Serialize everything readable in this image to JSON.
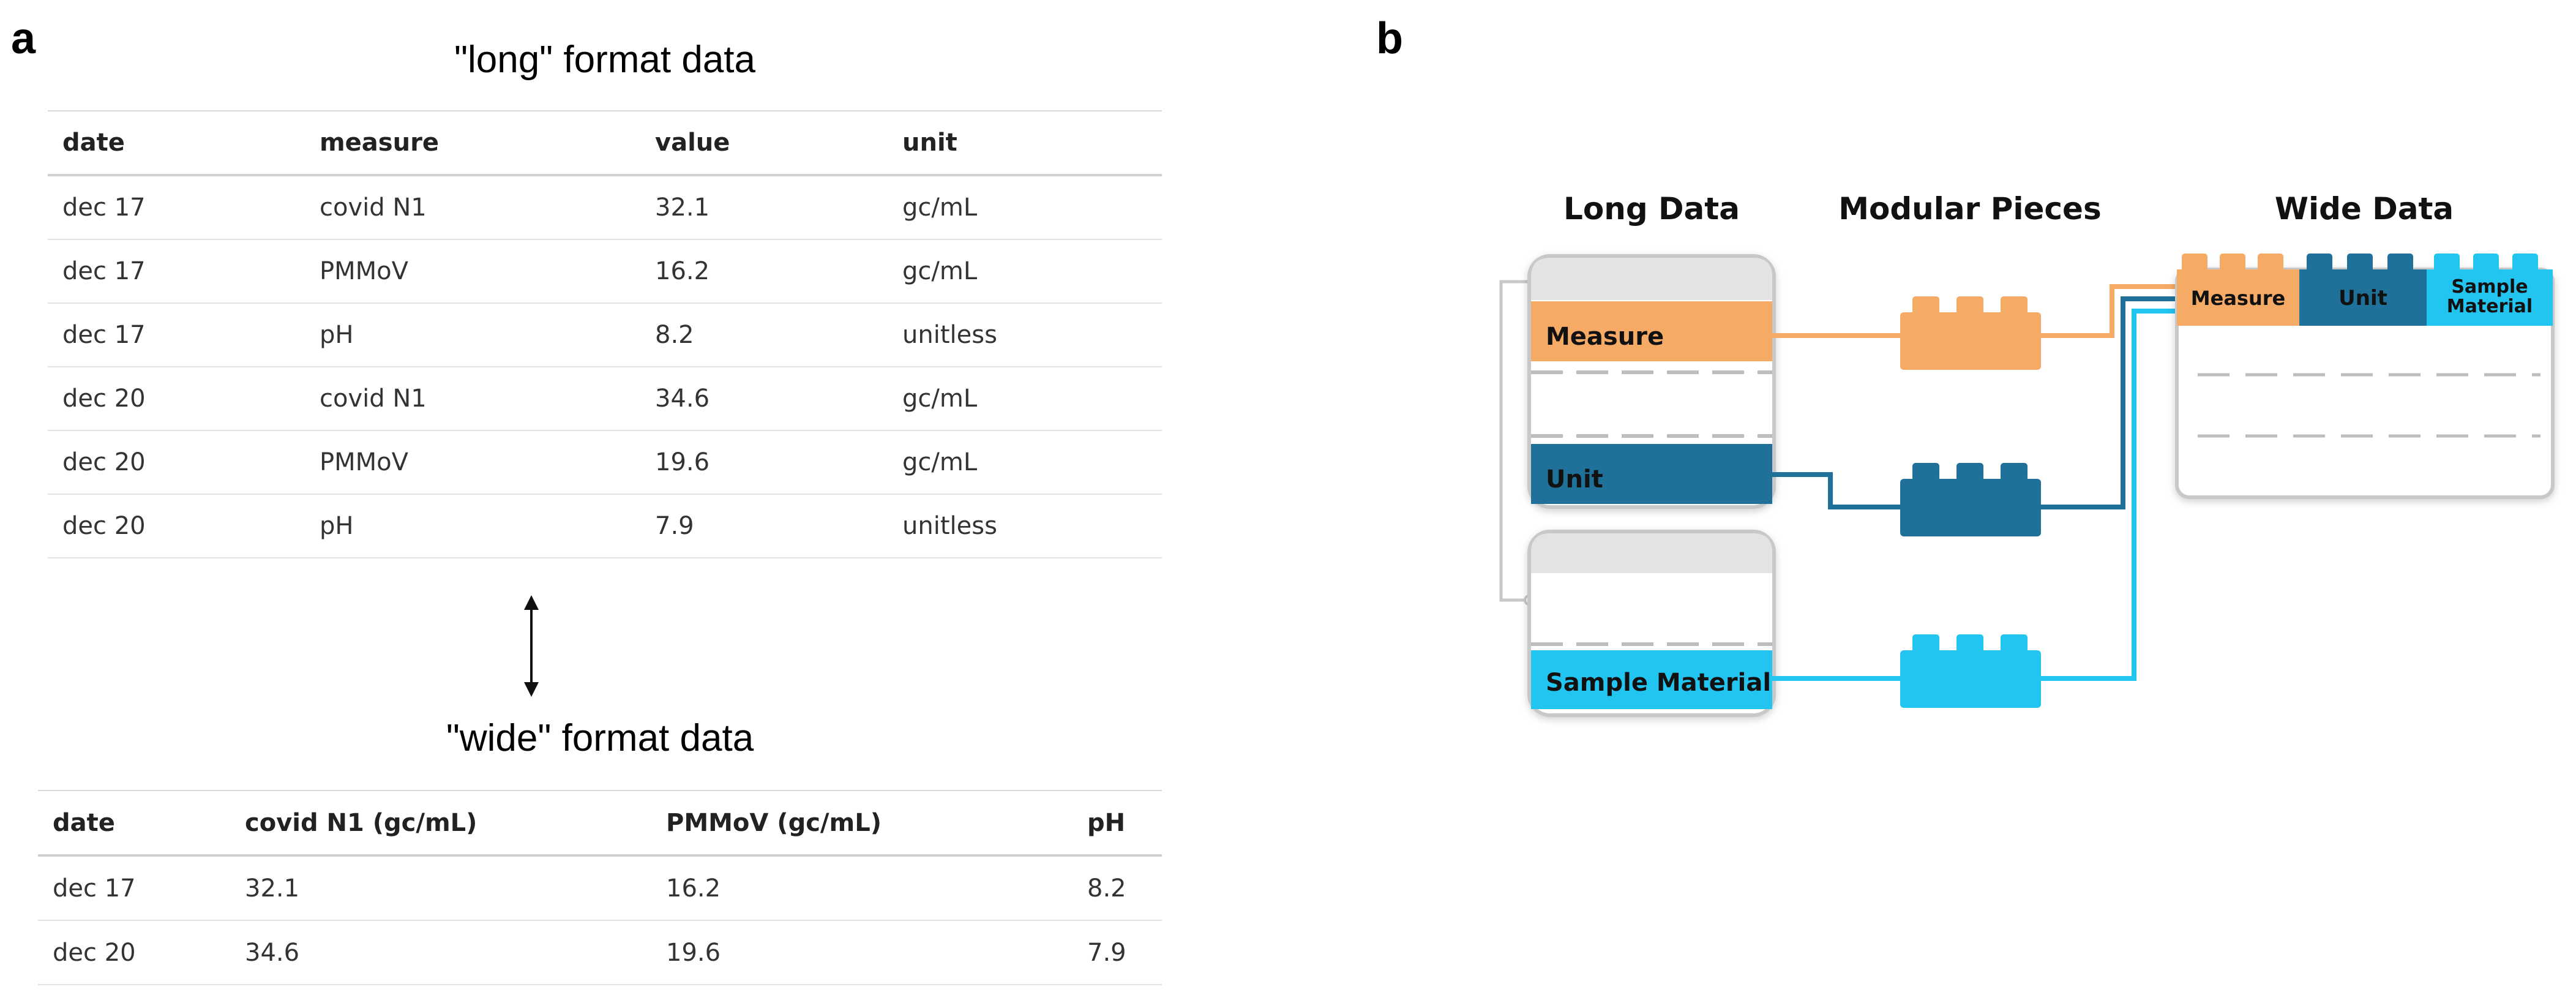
{
  "panel_a": {
    "label": "a",
    "long_title": "\"long\" format data",
    "wide_title": "\"wide\" format data",
    "long_table": {
      "headers": [
        "date",
        "measure",
        "value",
        "unit"
      ],
      "rows": [
        [
          "dec 17",
          "covid N1",
          "32.1",
          "gc/mL"
        ],
        [
          "dec 17",
          "PMMoV",
          "16.2",
          "gc/mL"
        ],
        [
          "dec 17",
          "pH",
          "8.2",
          "unitless"
        ],
        [
          "dec 20",
          "covid N1",
          "34.6",
          "gc/mL"
        ],
        [
          "dec 20",
          "PMMoV",
          "19.6",
          "gc/mL"
        ],
        [
          "dec 20",
          "pH",
          "7.9",
          "unitless"
        ]
      ]
    },
    "wide_table": {
      "headers": [
        "date",
        "covid N1 (gc/mL)",
        "PMMoV (gc/mL)",
        "pH"
      ],
      "rows": [
        [
          "dec 17",
          "32.1",
          "16.2",
          "8.2"
        ],
        [
          "dec 20",
          "34.6",
          "19.6",
          "7.9"
        ]
      ]
    }
  },
  "panel_b": {
    "label": "b",
    "headers": {
      "long": "Long Data",
      "modular": "Modular Pieces",
      "wide": "Wide Data"
    },
    "segments": {
      "measure": "Measure",
      "unit": "Unit",
      "sample_material": "Sample Material",
      "wide_measure": "Measure",
      "wide_unit": "Unit",
      "wide_sample_line1": "Sample",
      "wide_sample_line2": "Material"
    },
    "colors": {
      "measure": "#F5AB66",
      "unit": "#1F7199",
      "sample_material": "#22C4F0",
      "container_fill": "#FFFFFF",
      "container_stroke": "#C8C8C8",
      "container_header": "#E3E3E3",
      "dashed": "#BDBDBD"
    }
  }
}
